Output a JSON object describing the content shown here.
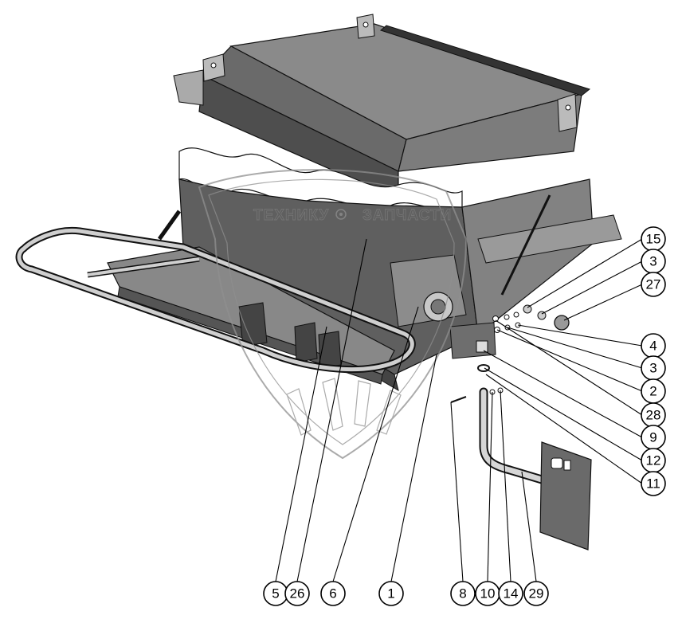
{
  "watermark": {
    "left_text": "ТЕХНИКУ",
    "right_text": "ЗАПЧАСТИ"
  },
  "callouts": {
    "c15": "15",
    "c3a": "3",
    "c27": "27",
    "c4": "4",
    "c3b": "3",
    "c2": "2",
    "c28": "28",
    "c9": "9",
    "c12": "12",
    "c11": "11",
    "c5": "5",
    "c26": "26",
    "c6": "6",
    "c1": "1",
    "c8": "8",
    "c10": "10",
    "c14": "14",
    "c29": "29"
  },
  "colors": {
    "panel_dark": "#5b5b5b",
    "panel_mid": "#7a7a7a",
    "panel_light": "#9a9a9a",
    "outline": "#111111"
  }
}
